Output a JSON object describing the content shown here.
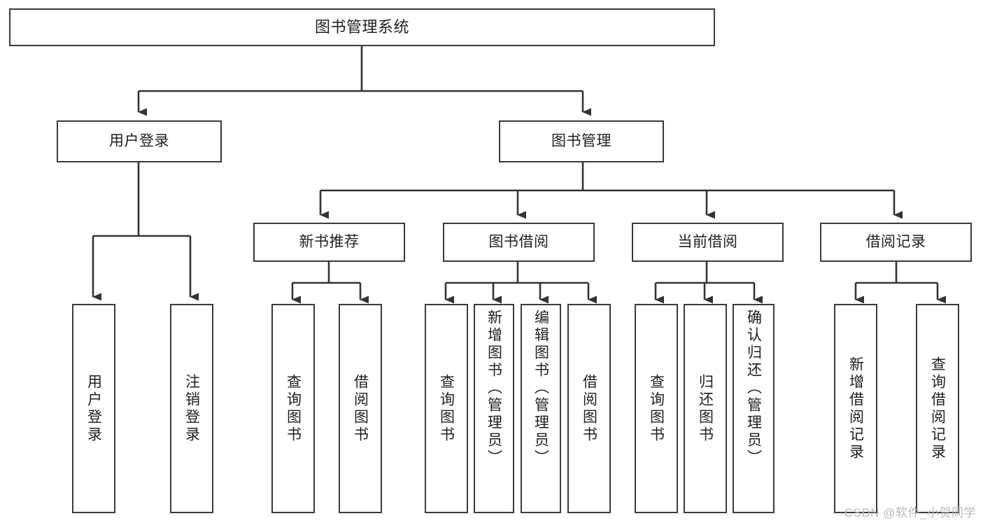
{
  "diagram": {
    "type": "tree",
    "title": "图书管理系统",
    "root": {
      "label": "图书管理系统"
    },
    "level2": [
      {
        "label": "用户登录"
      },
      {
        "label": "图书管理"
      }
    ],
    "level3": [
      {
        "label": "新书推荐"
      },
      {
        "label": "图书借阅"
      },
      {
        "label": "当前借阅"
      },
      {
        "label": "借阅记录"
      }
    ],
    "leaves": {
      "user_login": [
        {
          "label": "用户登录"
        },
        {
          "label": "注销登录"
        }
      ],
      "new_book": [
        {
          "label": "查询图书"
        },
        {
          "label": "借阅图书"
        }
      ],
      "book_borrow": [
        {
          "label": "查询图书"
        },
        {
          "label": "新增图书（管理员）"
        },
        {
          "label": "编辑图书（管理员）"
        },
        {
          "label": "借阅图书"
        }
      ],
      "current_borrow": [
        {
          "label": "查询图书"
        },
        {
          "label": "归还图书"
        },
        {
          "label": "确认归还（管理员）"
        }
      ],
      "borrow_record": [
        {
          "label": "新增借阅记录"
        },
        {
          "label": "查询借阅记录"
        }
      ]
    }
  },
  "watermark": {
    "text": "CSDN @软件_小贺同学"
  },
  "colors": {
    "box_border": "#3a3a3a",
    "box_fill": "#ffffff",
    "text": "#1f1f1f",
    "connector": "#333333",
    "watermark": "#b9b9b9",
    "background": "#ffffff"
  }
}
